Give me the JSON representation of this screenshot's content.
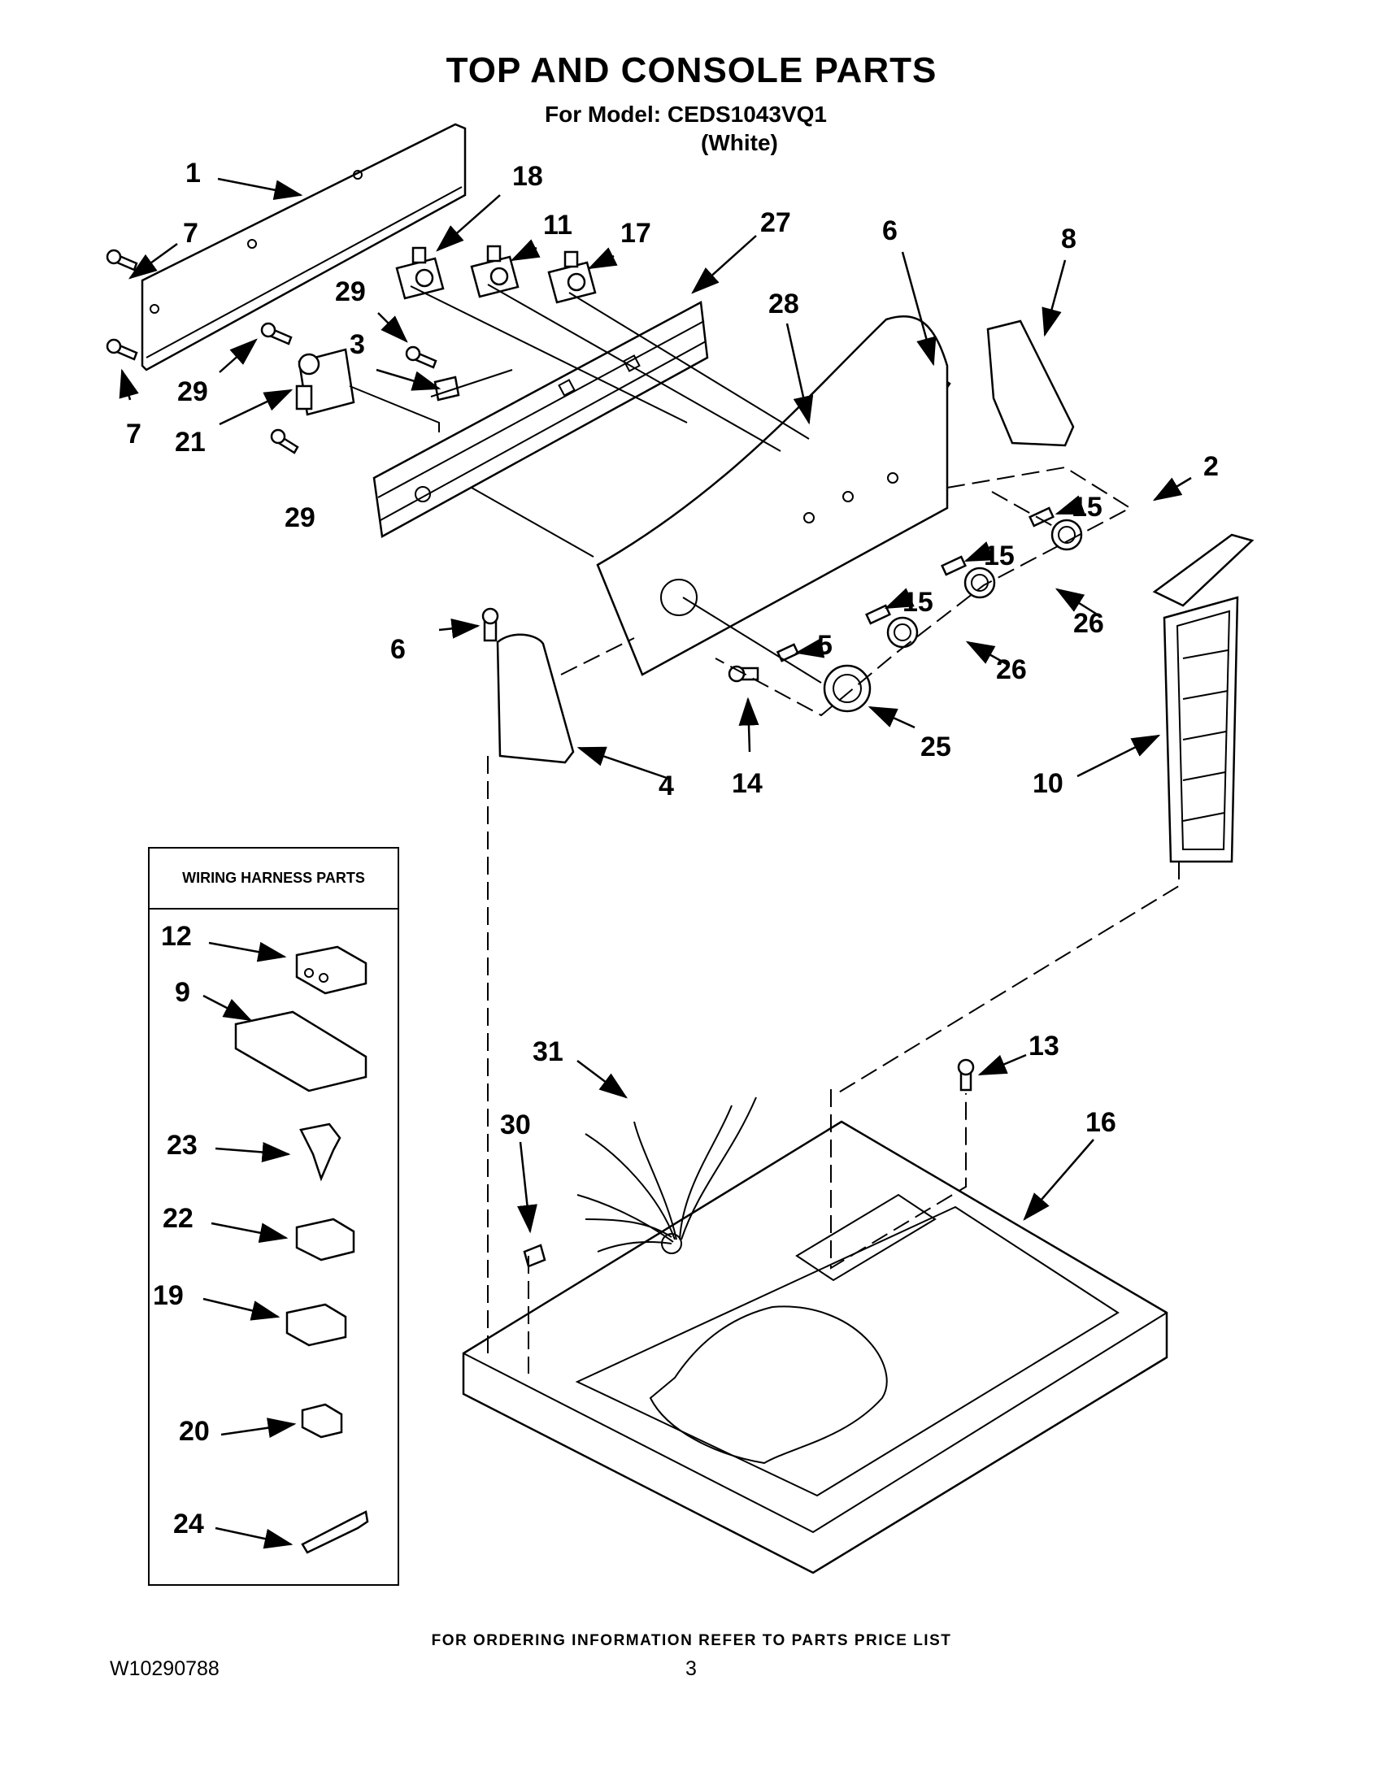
{
  "header": {
    "title": "TOP AND CONSOLE PARTS",
    "model_line": "For Model: CEDS1043VQ1",
    "color_line": "(White)"
  },
  "harness": {
    "title": "WIRING HARNESS PARTS"
  },
  "callouts": {
    "c1": "1",
    "c7a": "7",
    "c18": "18",
    "c11": "11",
    "c17": "17",
    "c27": "27",
    "c6a": "6",
    "c8": "8",
    "c29a": "29",
    "c3": "3",
    "c28": "28",
    "c29b": "29",
    "c7b": "7",
    "c21": "21",
    "c29c": "29",
    "c2": "2",
    "c15a": "15",
    "c15b": "15",
    "c15c": "15",
    "c26a": "26",
    "c26b": "26",
    "c6b": "6",
    "c5": "5",
    "c25": "25",
    "c4": "4",
    "c14": "14",
    "c10": "10",
    "c12": "12",
    "c9": "9",
    "c31": "31",
    "c13": "13",
    "c30": "30",
    "c16": "16",
    "c23": "23",
    "c22": "22",
    "c19": "19",
    "c20": "20",
    "c24": "24"
  },
  "footer": {
    "note": "FOR ORDERING INFORMATION REFER TO PARTS PRICE LIST",
    "doc_number": "W10290788",
    "page": "3"
  }
}
